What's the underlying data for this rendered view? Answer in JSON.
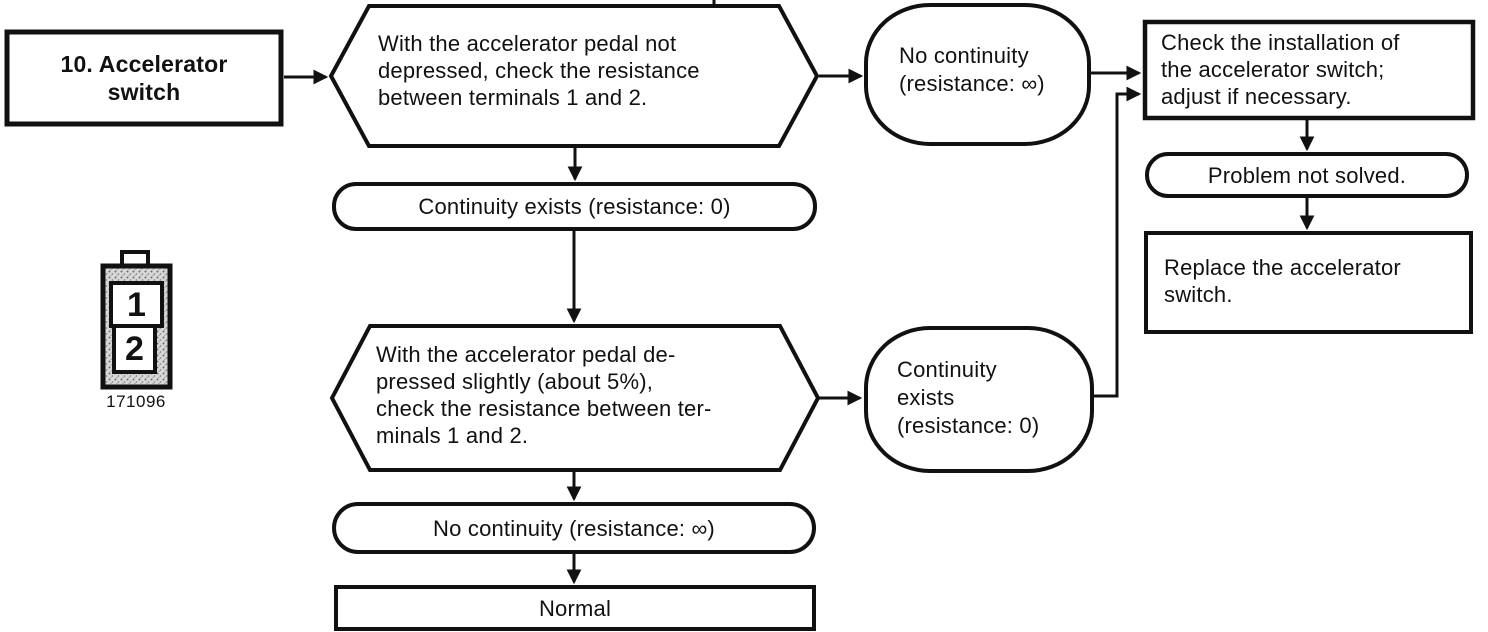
{
  "page": {
    "paper": "#ffffff",
    "ink": "#111111"
  },
  "flow": {
    "start": "10. Accelerator\nswitch",
    "step1": "With the accelerator pedal not\ndepressed, check the resistance\nbetween terminals 1 and 2.",
    "step1_no_continuity": "No continuity\n(resistance: ∞)",
    "step1_continuity": "Continuity exists (resistance: 0)",
    "check_installation": "Check the installation of\nthe accelerator switch;\nadjust if necessary.",
    "problem_not_solved": "Problem not solved.",
    "replace_switch": "Replace the accelerator\nswitch.",
    "step2": "With the accelerator pedal de-\npressed slightly (about 5%),\ncheck the resistance between ter-\nminals 1 and 2.",
    "step2_continuity": "Continuity\nexists\n(resistance: 0)",
    "step2_no_continuity": "No continuity (resistance: ∞)",
    "normal": "Normal"
  },
  "connector_figure": {
    "terminal_top": "1",
    "terminal_bottom": "2",
    "figure_number": "171096"
  }
}
